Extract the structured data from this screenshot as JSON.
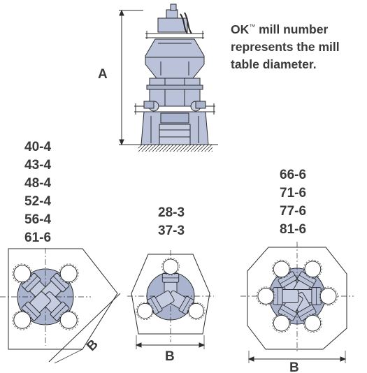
{
  "note": {
    "brand": "OK",
    "tm": "™",
    "line1_rest": " mill number",
    "line2": "represents the mill",
    "line3": "table diameter."
  },
  "dimension_labels": {
    "height": "A",
    "width": "B"
  },
  "groups": [
    {
      "sizes": [
        "40-4",
        "43-4",
        "48-4",
        "52-4",
        "56-4",
        "61-6"
      ]
    },
    {
      "sizes": [
        "28-3",
        "37-3"
      ]
    },
    {
      "sizes": [
        "66-6",
        "71-6",
        "77-6",
        "81-6"
      ]
    }
  ],
  "colors": {
    "mill_fill": "#b9c2d9",
    "table_fill": "#aab4ce",
    "outline": "#2b2b2b",
    "text": "#3a3a3a"
  }
}
